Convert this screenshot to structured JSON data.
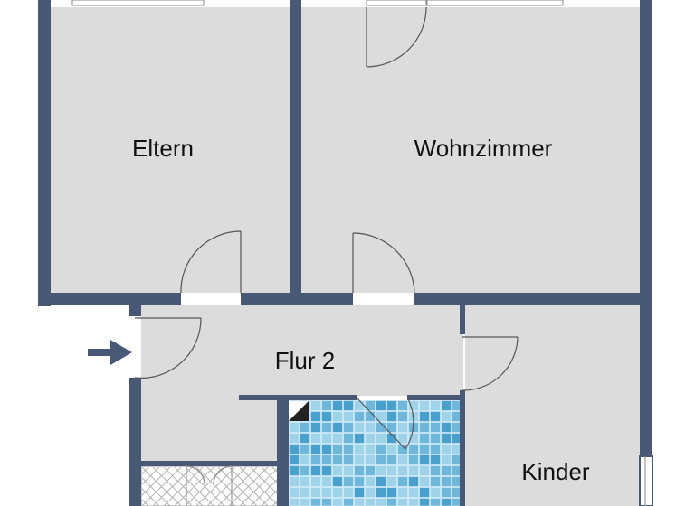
{
  "plan": {
    "rooms": {
      "eltern": "Eltern",
      "wohnzimmer": "Wohnzimmer",
      "flur": "Flur 2",
      "kinder": "Kinder"
    },
    "colors": {
      "wall": "#4a5878",
      "floor": "#dcdcdc",
      "tile_light": "#9fd3ea",
      "tile_mid": "#6fb7da",
      "tile_dark": "#4aa0cc",
      "window": "#ffffff",
      "door_line": "#555555",
      "arrow": "#4a5878"
    },
    "icons": [
      "entrance-arrow-icon",
      "door-swing-icon",
      "window-icon",
      "mosaic-tile-floor"
    ]
  }
}
